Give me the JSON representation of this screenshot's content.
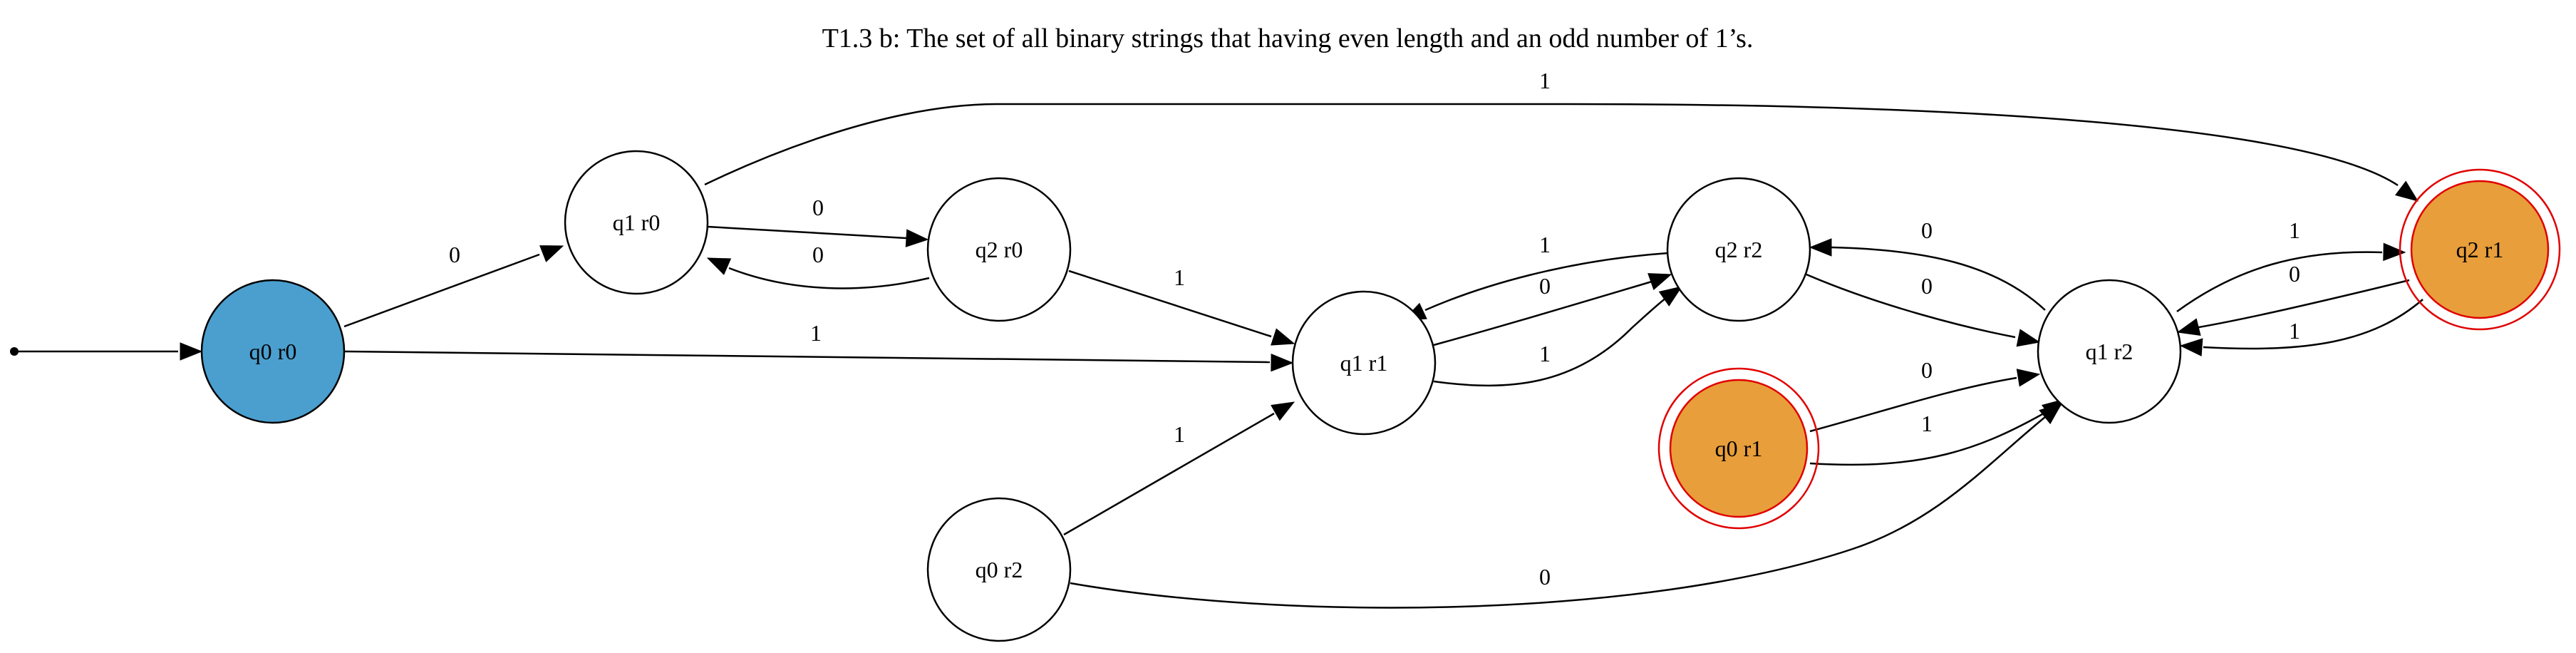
{
  "title": "T1.3 b: The set of all binary strings that having even length and an odd number of 1’s.",
  "colors": {
    "start_fill": "#4a9fcf",
    "accept_fill": "#e89e3a",
    "accept_ring": "#e00000",
    "default_fill": "#ffffff"
  },
  "states": [
    {
      "id": "q0r0",
      "label": "q0 r0",
      "start": true,
      "accept": false
    },
    {
      "id": "q1r0",
      "label": "q1 r0",
      "start": false,
      "accept": false
    },
    {
      "id": "q2r0",
      "label": "q2 r0",
      "start": false,
      "accept": false
    },
    {
      "id": "q1r1",
      "label": "q1 r1",
      "start": false,
      "accept": false
    },
    {
      "id": "q0r2",
      "label": "q0 r2",
      "start": false,
      "accept": false
    },
    {
      "id": "q2r2",
      "label": "q2 r2",
      "start": false,
      "accept": false
    },
    {
      "id": "q0r1",
      "label": "q0 r1",
      "start": false,
      "accept": true
    },
    {
      "id": "q1r2",
      "label": "q1 r2",
      "start": false,
      "accept": false
    },
    {
      "id": "q2r1",
      "label": "q2 r1",
      "start": false,
      "accept": true
    }
  ],
  "transitions": [
    {
      "from": "q0r0",
      "to": "q1r0",
      "label": "0"
    },
    {
      "from": "q0r0",
      "to": "q1r1",
      "label": "1"
    },
    {
      "from": "q1r0",
      "to": "q2r0",
      "label": "0"
    },
    {
      "from": "q2r0",
      "to": "q1r0",
      "label": "0"
    },
    {
      "from": "q1r0",
      "to": "q2r1",
      "label": "1"
    },
    {
      "from": "q2r0",
      "to": "q1r1",
      "label": "1"
    },
    {
      "from": "q0r2",
      "to": "q1r1",
      "label": "1"
    },
    {
      "from": "q0r2",
      "to": "q1r2",
      "label": "0"
    },
    {
      "from": "q2r2",
      "to": "q1r1",
      "label": "1"
    },
    {
      "from": "q1r1",
      "to": "q2r2",
      "label": "0"
    },
    {
      "from": "q1r1",
      "to": "q2r2",
      "label": "1"
    },
    {
      "from": "q1r2",
      "to": "q2r2",
      "label": "0"
    },
    {
      "from": "q2r2",
      "to": "q1r2",
      "label": "0"
    },
    {
      "from": "q0r1",
      "to": "q1r2",
      "label": "0"
    },
    {
      "from": "q0r1",
      "to": "q1r2",
      "label": "1"
    },
    {
      "from": "q1r2",
      "to": "q2r1",
      "label": "1"
    },
    {
      "from": "q2r1",
      "to": "q1r2",
      "label": "0"
    },
    {
      "from": "q2r1",
      "to": "q1r2",
      "label": "1"
    }
  ]
}
